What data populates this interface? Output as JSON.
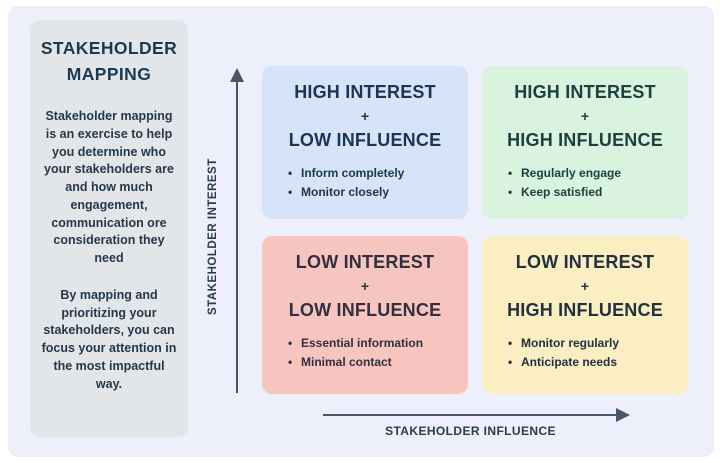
{
  "sidebar": {
    "title": "STAKEHOLDER MAPPING",
    "paragraph1": "Stakeholder mapping is an exercise to help you determine who your stakeholders are and how much engagement, communication ore consideration they need",
    "paragraph2": "By mapping and prioritizing your stakeholders, you can focus your attention in the most impactful way."
  },
  "axes": {
    "y_label": "STAKEHOLDER INTEREST",
    "x_label": "STAKEHOLDER INFLUENCE"
  },
  "quadrants": [
    {
      "id": "high-interest-low-influence",
      "line1": "HIGH INTEREST",
      "plus": "+",
      "line2": "LOW INFLUENCE",
      "bullets": [
        "Inform completely",
        "Monitor closely"
      ],
      "bg": "#d6e3f8",
      "fg": "#1b3652"
    },
    {
      "id": "high-interest-high-influence",
      "line1": "HIGH INTEREST",
      "plus": "+",
      "line2": "HIGH INFLUENCE",
      "bullets": [
        "Regularly engage",
        "Keep satisfied"
      ],
      "bg": "#d9f3df",
      "fg": "#1b4140"
    },
    {
      "id": "low-interest-low-influence",
      "line1": "LOW INTEREST",
      "plus": "+",
      "line2": "LOW INFLUENCE",
      "bullets": [
        "Essential information",
        "Minimal contact"
      ],
      "bg": "#f6c5c0",
      "fg": "#32303f"
    },
    {
      "id": "low-interest-high-influence",
      "line1": "LOW INTEREST",
      "plus": "+",
      "line2": "HIGH INFLUENCE",
      "bullets": [
        "Monitor regularly",
        "Anticipate needs"
      ],
      "bg": "#fbeec3",
      "fg": "#22313d"
    }
  ],
  "colors": {
    "page_background": "#ffffff",
    "panel_background": "#edeffb",
    "sidebar_background": "#e3e6e9",
    "text_dark": "#1f3850",
    "axis": "#4b5668"
  }
}
